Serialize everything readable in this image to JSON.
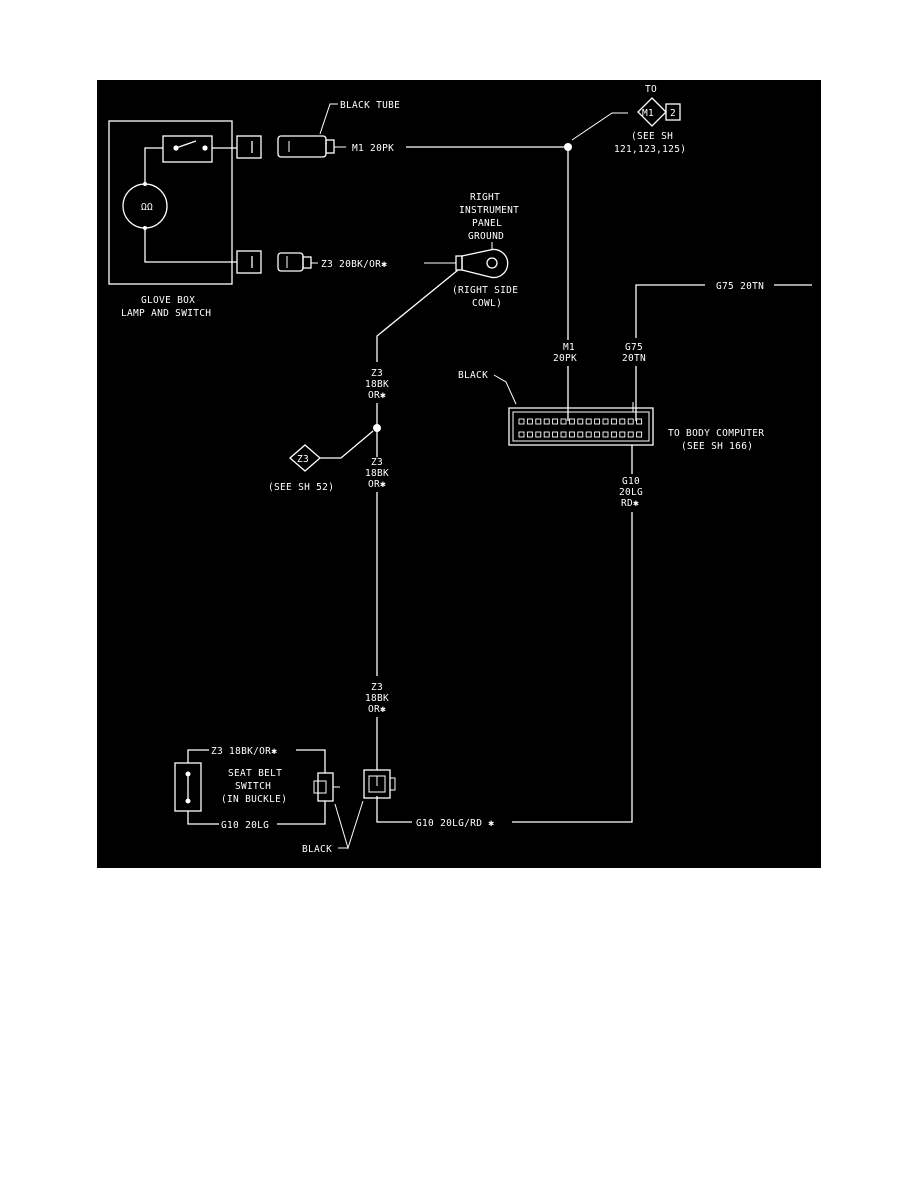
{
  "colors": {
    "page_background": "#ffffff",
    "diagram_background": "#000000",
    "line": "#ffffff"
  },
  "labels": {
    "black_tube": "BLACK TUBE",
    "m1_20pk_top": "M1 20PK",
    "to": "TO",
    "m1_diamond": "M1",
    "m1_diamond_pin": "2",
    "see_sh_121": "(SEE SH",
    "see_sh_121_line2": "121,123,125)",
    "right_ground_1": "RIGHT",
    "right_ground_2": "INSTRUMENT",
    "right_ground_3": "PANEL",
    "right_ground_4": "GROUND",
    "z3_20bk_or": "Z3 20BK/OR✱",
    "right_side_cowl_1": "(RIGHT SIDE",
    "right_side_cowl_2": "COWL)",
    "glove_box_1": "GLOVE BOX",
    "glove_box_2": "LAMP AND SWITCH",
    "g75_20tn_top": "G75 20TN",
    "z3_a1": "Z3",
    "z3_a2": "18BK",
    "z3_a3": "OR✱",
    "m1_mid_1": "M1",
    "m1_mid_2": "20PK",
    "g75_mid_1": "G75",
    "g75_mid_2": "20TN",
    "black_connector": "BLACK",
    "to_body_computer_1": "TO BODY COMPUTER",
    "to_body_computer_2": "(SEE SH 166)",
    "z3_diamond": "Z3",
    "see_sh_52": "(SEE SH 52)",
    "z3_b1": "Z3",
    "z3_b2": "18BK",
    "z3_b3": "OR✱",
    "g10_mid_1": "G10",
    "g10_mid_2": "20LG",
    "g10_mid_3": "RD✱",
    "z3_c1": "Z3",
    "z3_c2": "18BK",
    "z3_c3": "OR✱",
    "z3_18bk_or": "Z3 18BK/OR✱",
    "seat_belt_1": "SEAT BELT",
    "seat_belt_2": "SWITCH",
    "seat_belt_3": "(IN BUCKLE)",
    "g10_20lg": "G10 20LG",
    "g10_20lg_rd": "G10 20LG/RD ✱",
    "black_bottom": "BLACK"
  }
}
